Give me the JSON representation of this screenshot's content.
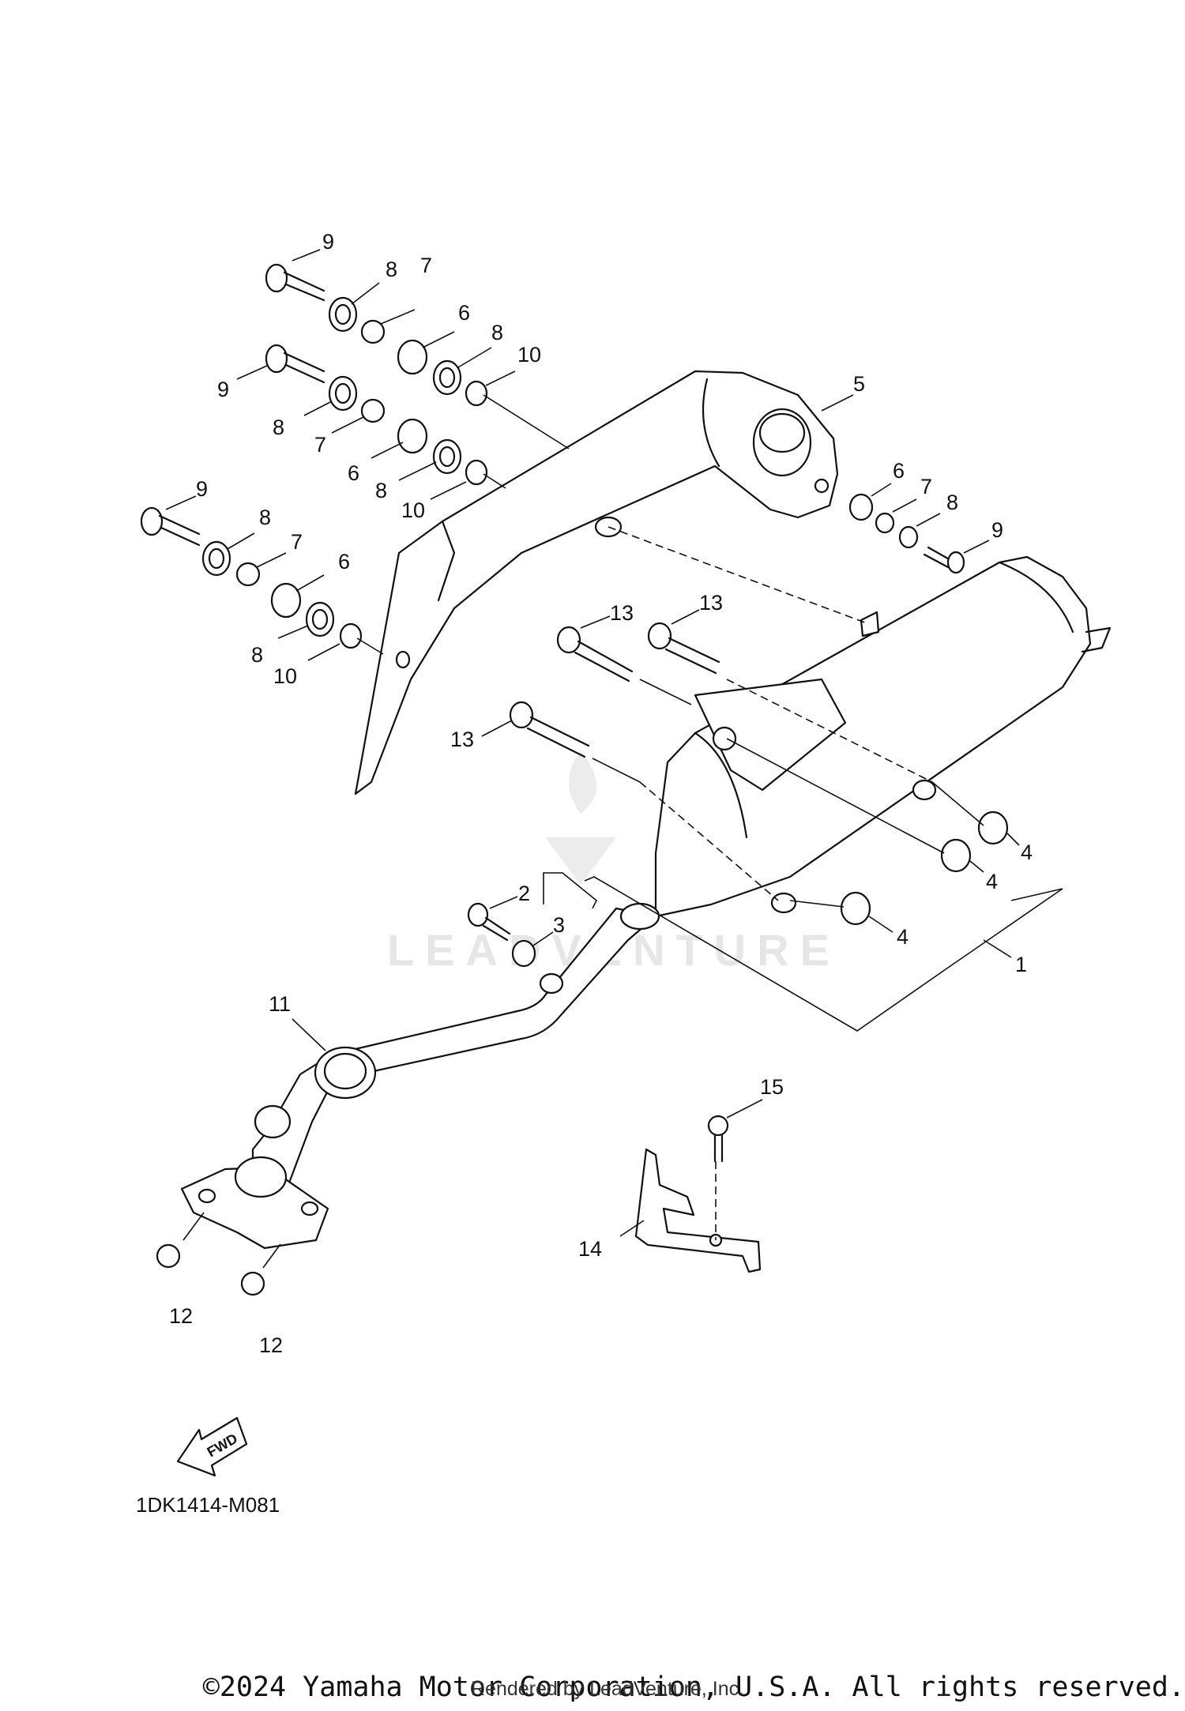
{
  "diagram": {
    "callouts": {
      "c1": "1",
      "c2": "2",
      "c3": "3",
      "c4a": "4",
      "c4b": "4",
      "c4c": "4",
      "c5": "5",
      "c6a": "6",
      "c6b": "6",
      "c6c": "6",
      "c6d": "6",
      "c7a": "7",
      "c7b": "7",
      "c7c": "7",
      "c7d": "7",
      "c8a": "8",
      "c8b": "8",
      "c8c": "8",
      "c8d": "8",
      "c8e": "8",
      "c8f": "8",
      "c8g": "8",
      "c9a": "9",
      "c9b": "9",
      "c9c": "9",
      "c9d": "9",
      "c10a": "10",
      "c10b": "10",
      "c10c": "10",
      "c11": "11",
      "c12a": "12",
      "c12b": "12",
      "c13a": "13",
      "c13b": "13",
      "c13c": "13",
      "c14": "14",
      "c15": "15"
    },
    "fwd_label": "FWD",
    "figure_code": "1DK1414-M081",
    "watermark": "LEADVENTURE"
  },
  "footer": {
    "copyright": "©2024 Yamaha Motor Corporation, U.S.A. All rights reserved.",
    "rendered_by": "Rendered by LeadVenture, Inc."
  }
}
